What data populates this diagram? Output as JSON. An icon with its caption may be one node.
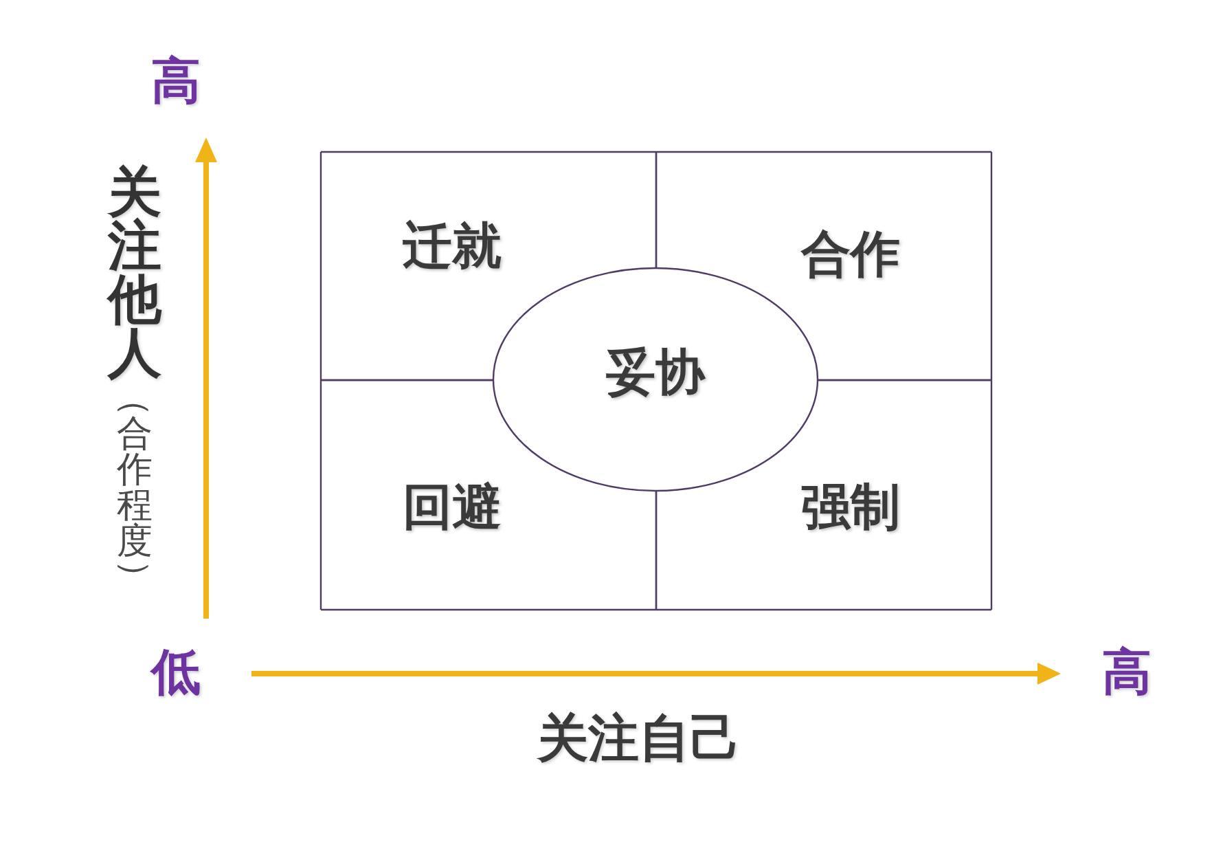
{
  "diagram": {
    "nodes": [
      {
        "text": [
          "迁就"
        ]
      },
      {
        "text": [
          "合作"
        ]
      },
      {
        "text": [
          "妥协"
        ]
      },
      {
        "text": [
          "回避"
        ]
      },
      {
        "text": [
          "强制"
        ]
      }
    ],
    "labels": [
      "高",
      "**关注他人**（合作程度）",
      "低",
      "高",
      "关注自己"
    ]
  }
}
